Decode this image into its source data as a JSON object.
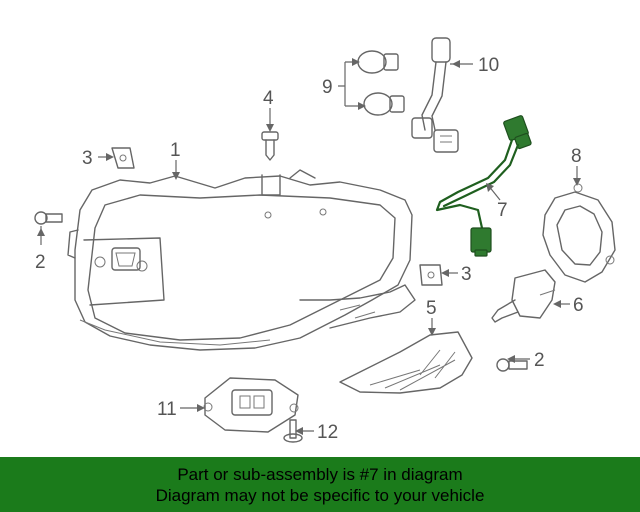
{
  "callouts": {
    "c1": "1",
    "c2a": "2",
    "c2b": "2",
    "c3a": "3",
    "c3b": "3",
    "c4": "4",
    "c5": "5",
    "c6": "6",
    "c7": "7",
    "c8": "8",
    "c9": "9",
    "c10": "10",
    "c11": "11",
    "c12": "12"
  },
  "banner": {
    "line1": "Part or sub-assembly is #7 in diagram",
    "line2": "Diagram may not be specific to your vehicle"
  },
  "colors": {
    "banner_bg": "#1b7b1b",
    "highlight": "#2f7a2f",
    "line": "#666666"
  }
}
